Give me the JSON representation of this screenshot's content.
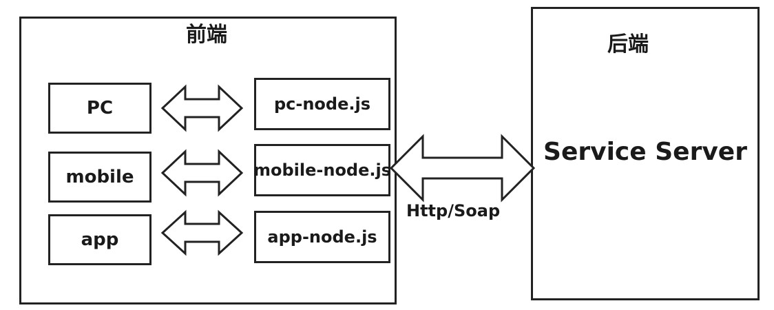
{
  "frontend": {
    "title": "前端",
    "clients": [
      {
        "label": "PC"
      },
      {
        "label": "mobile"
      },
      {
        "label": "app"
      }
    ],
    "nodes": [
      {
        "line1": "pc-",
        "line2": "node.js"
      },
      {
        "line1": "mobile-",
        "line2": "node.js"
      },
      {
        "line1": "app-",
        "line2": "node.js"
      }
    ]
  },
  "backend": {
    "title": "后端",
    "server_label": "Service Server"
  },
  "connection": {
    "protocol_label": "Http/Soap"
  }
}
